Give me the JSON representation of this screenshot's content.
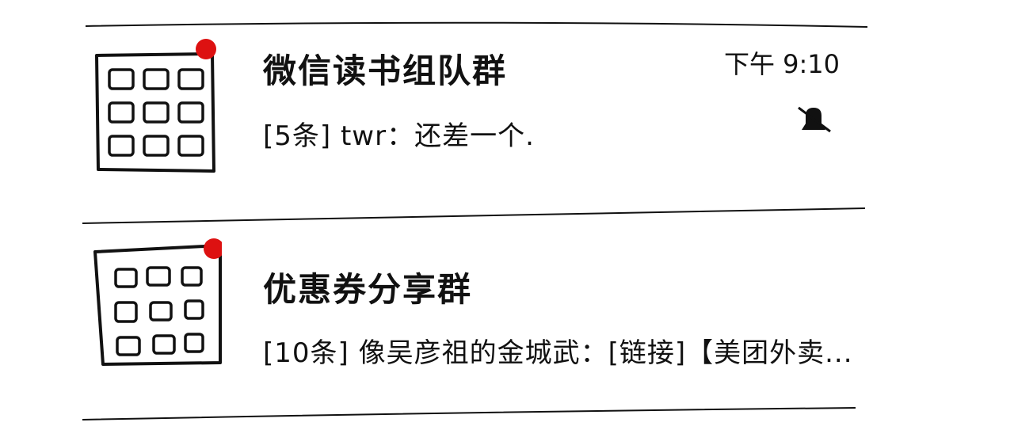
{
  "chats": [
    {
      "name": "微信读书组队群",
      "preview": "[5条] twr：还差一个.",
      "time": "下午 9:10",
      "muted": true,
      "unread_dot": true,
      "avatar_icon": "group-grid-icon"
    },
    {
      "name": "优惠券分享群",
      "preview": "[10条] 像吴彦祖的金城武：[链接]【美团外卖...",
      "unread_dot": true,
      "avatar_icon": "group-grid-icon"
    }
  ],
  "colors": {
    "unread_dot": "#dd1111",
    "ink": "#111111"
  }
}
